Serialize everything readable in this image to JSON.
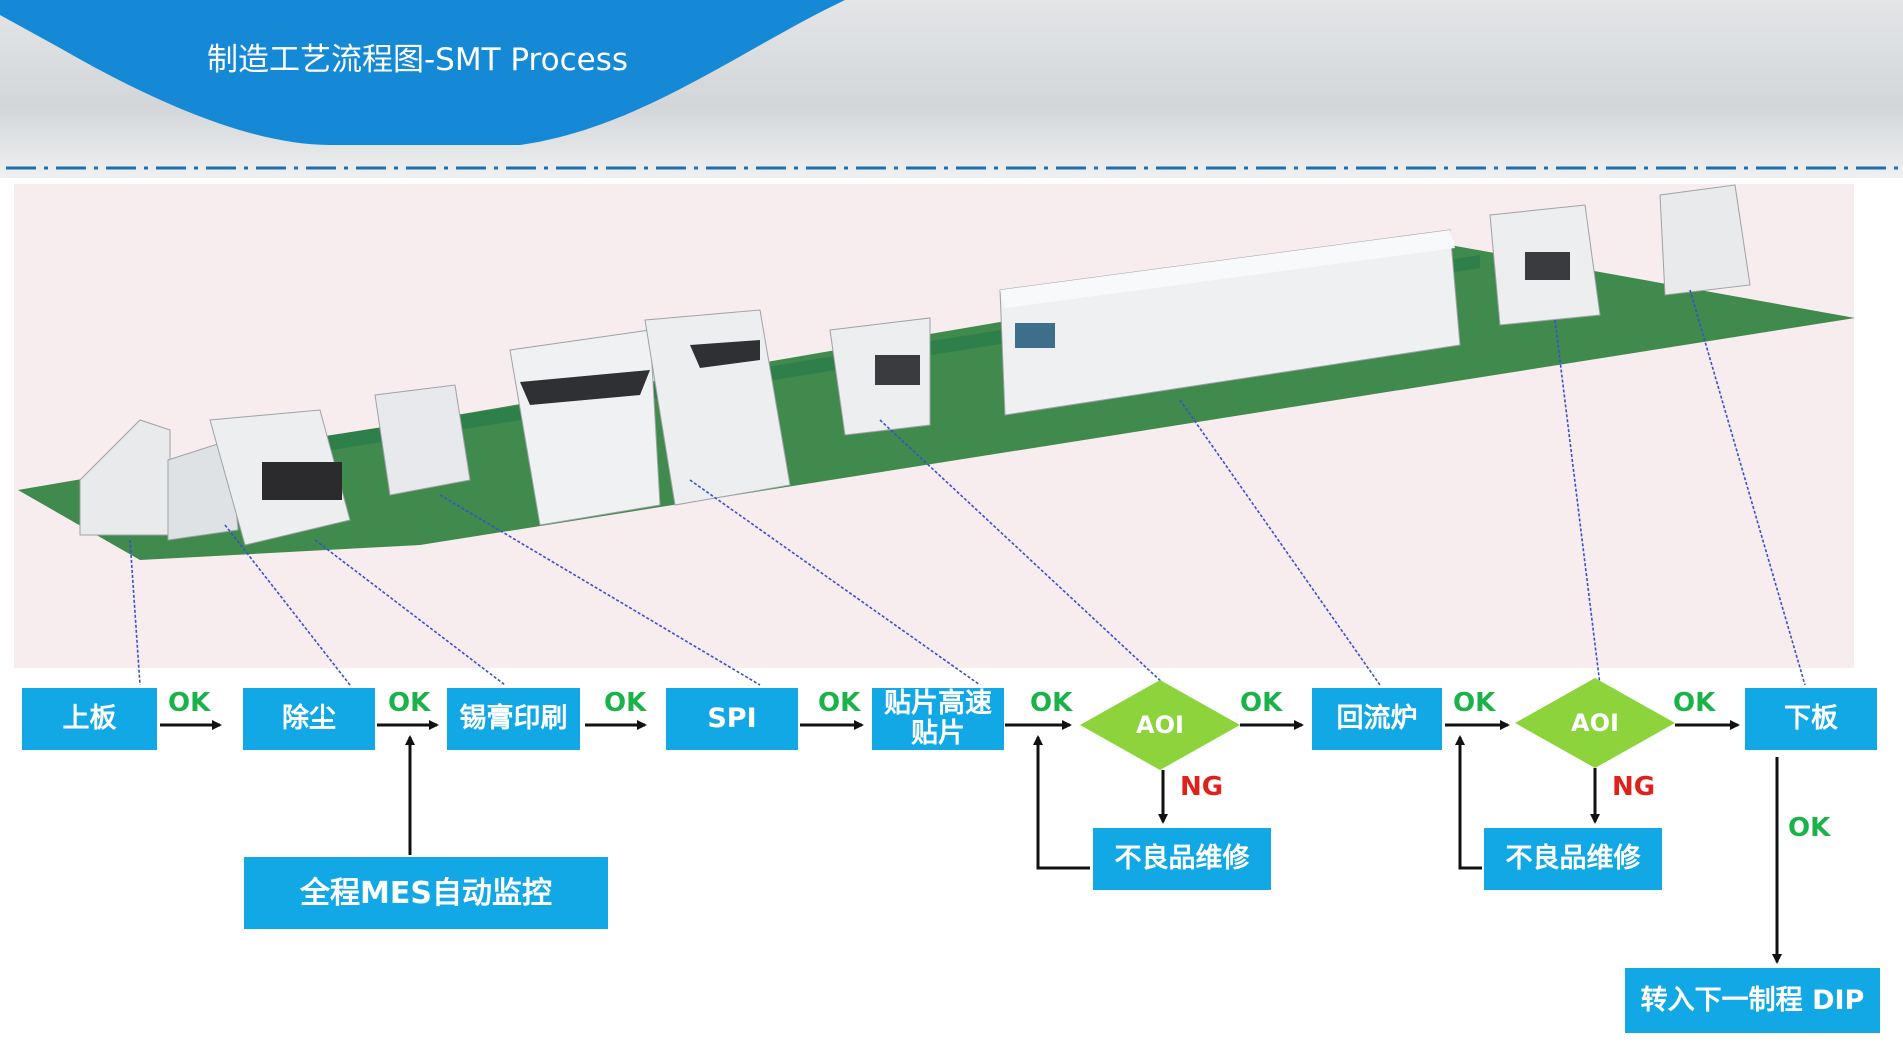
{
  "header": {
    "title": "制造工艺流程图-SMT Process"
  },
  "process": {
    "load": "上板",
    "dust": "除尘",
    "print": "锡膏印刷",
    "spi": "SPI",
    "mount": "贴片高速贴片",
    "aoi1": "AOI",
    "reflow": "回流炉",
    "aoi2": "AOI",
    "unload": "下板",
    "repair1": "不良品维修",
    "repair2": "不良品维修",
    "mes": "全程MES自动监控",
    "next": "转入下一制程 DIP"
  },
  "labels": {
    "ok": "OK",
    "ng": "NG"
  },
  "colors": {
    "header_blue": "#1589d6",
    "box_blue": "#12a8e6",
    "diamond_green": "#8cd33c",
    "ok_green": "#1bb24a",
    "ng_red": "#e0201b",
    "floor_green": "#3f8a4c",
    "panel_pink": "#f7ecee"
  }
}
